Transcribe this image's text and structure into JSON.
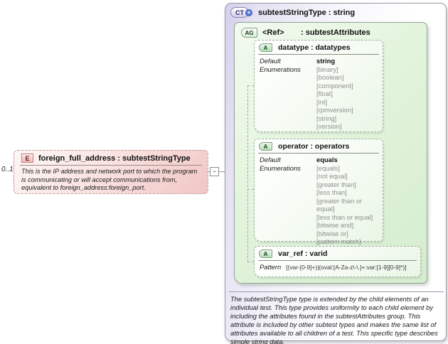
{
  "element": {
    "cardinality": "0..1",
    "icon": "E",
    "title": "foreign_full_address : subtestStringType",
    "description": "This is the IP address and network port to which the program is communicating or will accept communications from, equivalent to foreign_address:foreign_port."
  },
  "connector": {
    "toggle_symbol": "−"
  },
  "complex_type": {
    "icon": "CT",
    "plus_symbol": "+",
    "title": "subtestStringType : string",
    "annotation": "The subtestStringType type is extended by the child elements of an individual test.  This type provides uniformity to each child element by including the attributes found in the subtestAttributes group.  This attribute is included by other subtest types and makes the same list of attributes available to all children of a test.  This specific type describes simple string data.",
    "attribute_group": {
      "icon": "AG",
      "ref_label": "<Ref>",
      "type_label": ": subtestAttributes",
      "attributes": [
        {
          "icon": "A",
          "title": "datatype : datatypes",
          "facet_labels": [
            "Default",
            "Enumerations"
          ],
          "default": "string",
          "enumerations": [
            "[binary]",
            "[boolean]",
            "[component]",
            "[float]",
            "[int]",
            "[rpmversion]",
            "[string]",
            "[version]"
          ]
        },
        {
          "icon": "A",
          "title": "operator : operators",
          "facet_labels": [
            "Default",
            "Enumerations"
          ],
          "default": "equals",
          "enumerations": [
            "[equals]",
            "[not equal]",
            "[greater than]",
            "[less than]",
            "[greater than or equal]",
            "[less than or equal]",
            "[bitwise and]",
            "[bitwise or]",
            "[pattern match]"
          ]
        },
        {
          "icon": "A",
          "title": "var_ref   : varid",
          "facet_labels": [
            "Pattern"
          ],
          "pattern": "[(var-[0-9]+)|(oval:[A-Za-z\\-\\.]+:var:[1-9][0-9]*)]"
        }
      ]
    }
  },
  "colors": {
    "element_pink": "#f2b6b6",
    "type_lavender": "#d5d0ec",
    "attribute_green": "#cfe9cf",
    "border_gray": "#9a9a9a",
    "enum_text_gray": "#8f8f8f"
  }
}
